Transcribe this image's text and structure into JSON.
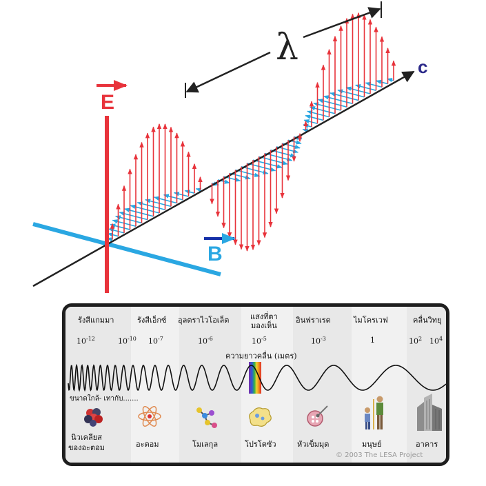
{
  "wave": {
    "lambda_label": "λ",
    "c_label": "c",
    "e_label": "E",
    "b_label": "B",
    "colors": {
      "electric": "#e8333b",
      "magnetic": "#2aa7e2",
      "axis": "#222222",
      "b_arrow": "#1530a8",
      "c_label": "#2c2a8a"
    }
  },
  "spectrum": {
    "bands": [
      {
        "name": "รังสีแกมมา",
        "exponent": "10",
        "sup": "-12"
      },
      {
        "name": "รังสีเอ็กซ์",
        "exponent": "10",
        "sup": "-10"
      },
      {
        "name": "อุลตราไวโอเล็ต",
        "exponent": "10",
        "sup": "-7"
      },
      {
        "name": "",
        "exponent": "10",
        "sup": "-6"
      },
      {
        "name": "แสงที่ตา\nมองเห็น",
        "exponent": "10",
        "sup": "-5"
      },
      {
        "name": "อินฟราเรด",
        "exponent": "10",
        "sup": "-3"
      },
      {
        "name": "ไมโครเวฟ",
        "exponent": "1",
        "sup": ""
      },
      {
        "name": "คลื่นวิทยุ",
        "exponent": "10",
        "sup": "2"
      },
      {
        "name": "",
        "exponent": "10",
        "sup": "4"
      }
    ],
    "axis_label": "ความยาวคลื่น (เมตร)",
    "size_label": "ขนาดใกล้- เทากับ.......",
    "objects": [
      {
        "name": "นิวเคลียส\nของอะตอม",
        "icon": "nucleus-icon"
      },
      {
        "name": "อะตอม",
        "icon": "atom-icon"
      },
      {
        "name": "โมเลกุล",
        "icon": "molecule-icon"
      },
      {
        "name": "โปรโตซัว",
        "icon": "protozoa-icon"
      },
      {
        "name": "หัวเข็มมุด",
        "icon": "pin-icon"
      },
      {
        "name": "มนุษย์",
        "icon": "human-icon"
      },
      {
        "name": "อาคาร",
        "icon": "building-icon"
      }
    ],
    "copyright": "© 2003 The LESA Project"
  }
}
